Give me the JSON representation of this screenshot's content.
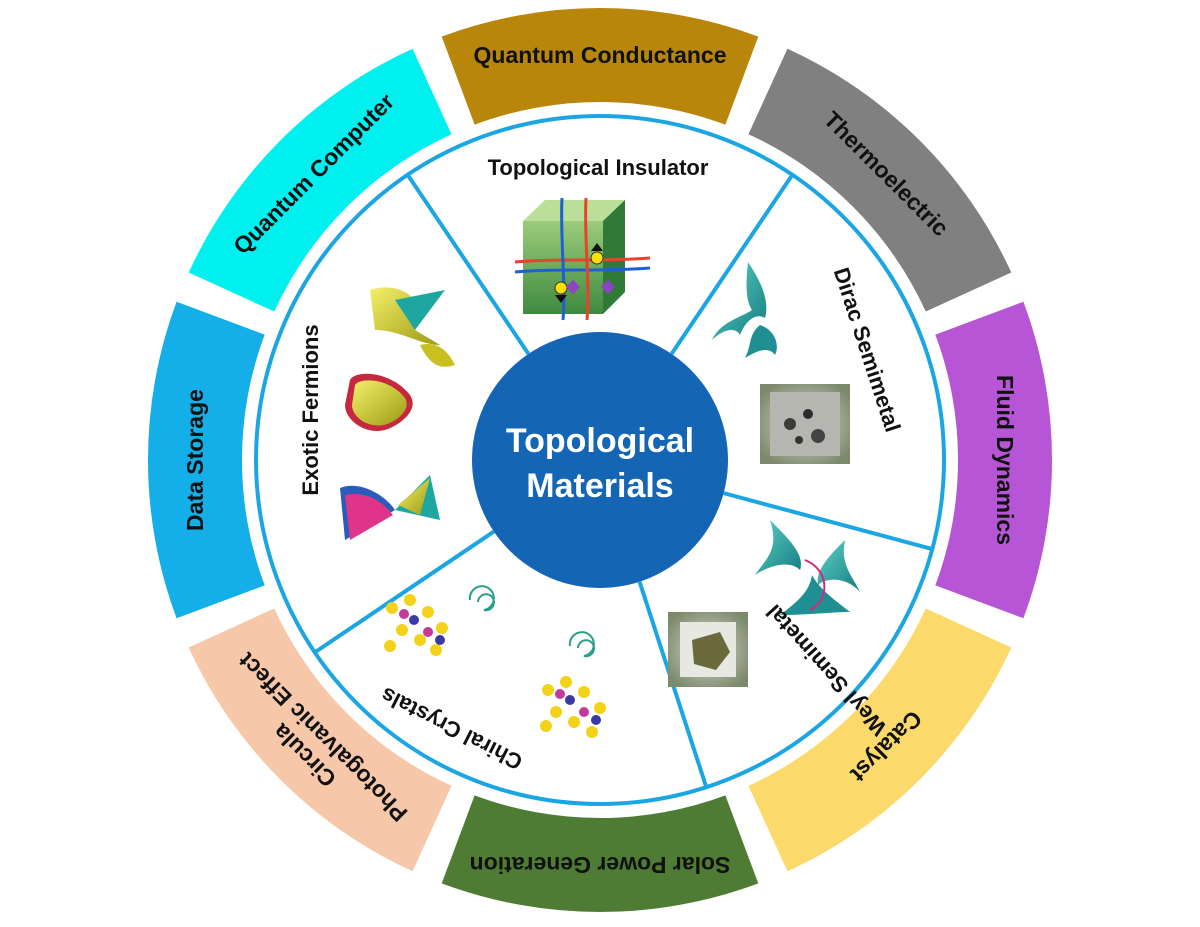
{
  "diagram": {
    "center": {
      "line1": "Topological",
      "line2": "Materials",
      "color": "#1565b5"
    },
    "ring_line_color": "#1ba6e3",
    "inner_segments": [
      {
        "id": "topological-insulator",
        "label": "Topological Insulator"
      },
      {
        "id": "dirac-semimetal",
        "label": "Dirac Semimetal"
      },
      {
        "id": "weyl-semimetal",
        "label": "Weyl Semimetal"
      },
      {
        "id": "chiral-crystals",
        "label": "Chiral Crystals"
      },
      {
        "id": "exotic-fermions",
        "label": "Exotic Fermions"
      }
    ],
    "outer_segments": [
      {
        "id": "quantum-conductance",
        "lines": [
          "Quantum Conductance"
        ],
        "color": "#b8860b",
        "text_color": "#111111"
      },
      {
        "id": "thermoelectric",
        "lines": [
          "Thermoelectric"
        ],
        "color": "#808080",
        "text_color": "#111111"
      },
      {
        "id": "fluid-dynamics",
        "lines": [
          "Fluid Dynamics"
        ],
        "color": "#b655d6",
        "text_color": "#111111"
      },
      {
        "id": "catalyst",
        "lines": [
          "Catalyst"
        ],
        "color": "#fcd96b",
        "text_color": "#111111"
      },
      {
        "id": "solar-power-generation",
        "lines": [
          "Solar Power Generation"
        ],
        "color": "#4e7c35",
        "text_color": "#111111"
      },
      {
        "id": "circular-photogalvanic-effect",
        "lines": [
          "Circula",
          "Photogalvanic Effect"
        ],
        "color": "#f6c7a8",
        "text_color": "#111111"
      },
      {
        "id": "data-storage",
        "lines": [
          "Data Storage"
        ],
        "color": "#14aee8",
        "text_color": "#111111"
      },
      {
        "id": "quantum-computer",
        "lines": [
          "Quantum Computer"
        ],
        "color": "#00f0f0",
        "text_color": "#111111"
      }
    ]
  }
}
